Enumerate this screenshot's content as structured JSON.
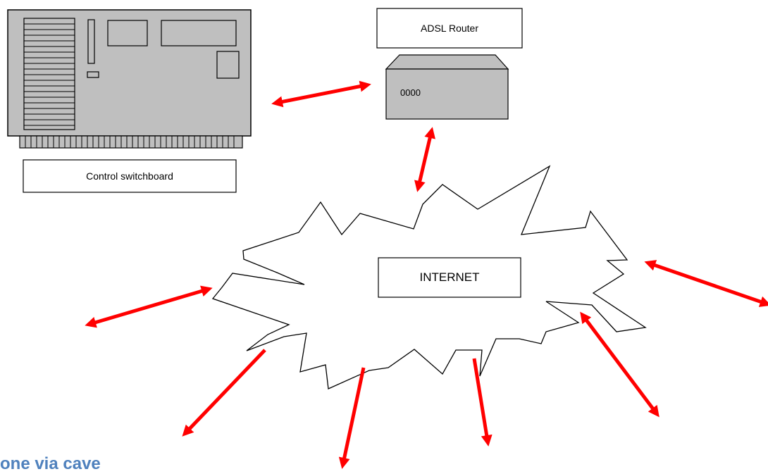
{
  "labels": {
    "router": "ADSL Router",
    "switchboard": "Control switchboard",
    "internet": "INTERNET",
    "router_leds": "0000"
  },
  "heading_partial": "one via cave",
  "colors": {
    "arrow": "#ff0000",
    "device_fill": "#bfbfbf",
    "outline": "#000000",
    "heading": "#4f81bd"
  }
}
